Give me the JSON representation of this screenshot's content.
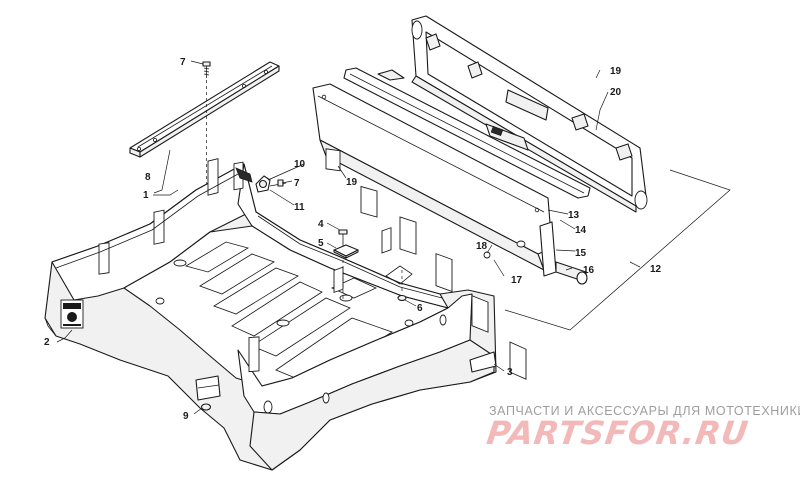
{
  "diagram": {
    "callouts": [
      "1",
      "2",
      "3",
      "4",
      "5",
      "6",
      "7",
      "7",
      "8",
      "9",
      "10",
      "11",
      "12",
      "13",
      "14",
      "15",
      "16",
      "17",
      "18",
      "19",
      "19",
      "20"
    ]
  },
  "watermark": {
    "caption": "ЗАПЧАСТИ И АКСЕССУАРЫ ДЛЯ МОТОТЕХНИКИ",
    "logo": "PARTSFOR.RU",
    "caption_color": "#9e9e9e",
    "logo_color": "#f3b9b9"
  },
  "icons": [
    "warning-decal-icon"
  ]
}
